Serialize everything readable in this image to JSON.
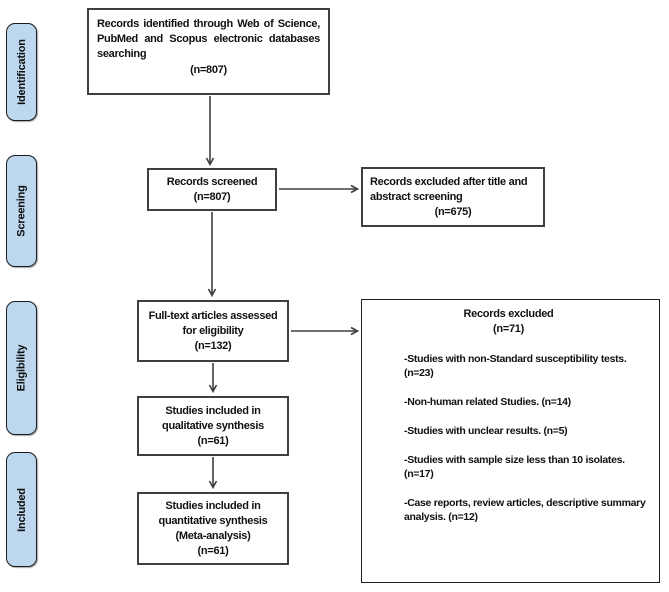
{
  "stages": [
    {
      "label": "Identification"
    },
    {
      "label": "Screening"
    },
    {
      "label": "Eligibility"
    },
    {
      "label": "Included"
    }
  ],
  "boxes": {
    "identified": {
      "text": "Records identified through Web of Science, PubMed and Scopus electronic databases searching",
      "n": "(n=807)"
    },
    "screened": {
      "text": "Records screened",
      "n": "(n=807)"
    },
    "excluded_title_abstract": {
      "text": "Records excluded after title and abstract screening",
      "n": "(n=675)"
    },
    "fulltext": {
      "text": "Full-text articles assessed for eligibility",
      "n": "(n=132)"
    },
    "qualitative": {
      "text": "Studies included in qualitative synthesis",
      "n": "(n=61)"
    },
    "quantitative": {
      "text": "Studies included in quantitative synthesis",
      "subtext": "(Meta-analysis)",
      "n": "(n=61)"
    },
    "excluded_fulltext": {
      "title": "Records excluded",
      "n": "(n=71)",
      "reasons": [
        "-Studies with non-Standard susceptibility tests. (n=23)",
        "-Non-human related Studies.  (n=14)",
        "-Studies with unclear results.  (n=5)",
        "-Studies with sample size less than 10 isolates. (n=17)",
        "-Case reports, review articles, descriptive summary analysis.  (n=12)"
      ]
    }
  },
  "colors": {
    "stage_fill": "#bdd7ee",
    "stage_border": "#1c1c1c",
    "box_border": "#3f3f3f",
    "arrow": "#3f3f3f",
    "text": "#111111",
    "background": "#ffffff"
  }
}
